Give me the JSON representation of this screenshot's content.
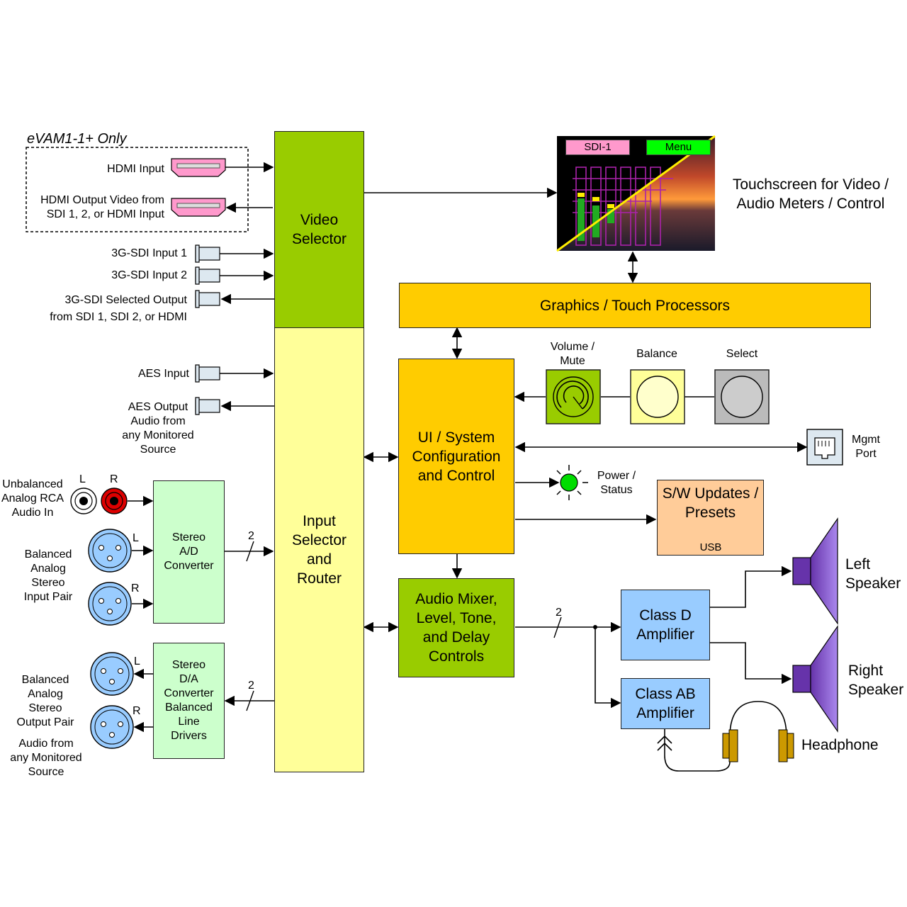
{
  "header": {
    "exclusive_label": "eVAM1-1+ Only"
  },
  "video_inputs": {
    "hdmi_input": "HDMI Input",
    "hdmi_output": "HDMI Output Video from\nSDI 1, 2, or HDMI Input",
    "sdi_input_1": "3G-SDI Input 1",
    "sdi_input_2": "3G-SDI Input 2",
    "sdi_selected_output": "3G-SDI Selected Output\nfrom SDI 1, SDI 2, or HDMI"
  },
  "audio_io": {
    "aes_input": "AES Input",
    "aes_output": "AES Output\nAudio from\nany Monitored\nSource",
    "rca_in": "Unbalanced\nAnalog RCA\nAudio In",
    "rca_left": "L",
    "rca_right": "R",
    "balanced_in": "Balanced\nAnalog\nStereo\nInput Pair",
    "balanced_out": "Balanced\nAnalog\nStereo\nOutput Pair",
    "balanced_out_source": "Audio from\nany Monitored\nSource",
    "xlr_left": "L",
    "xlr_right": "R",
    "bus_width": "2"
  },
  "blocks": {
    "video_selector": "Video\nSelector",
    "input_selector": "Input\nSelector\nand\nRouter",
    "graphics": "Graphics / Touch Processors",
    "ui_system": "UI / System\nConfiguration\nand Control",
    "audio_mixer": "Audio Mixer,\nLevel, Tone,\nand Delay\nControls",
    "ad_converter": "Stereo\nA/D\nConverter",
    "da_converter": "Stereo\nD/A\nConverter\nBalanced\nLine\nDrivers",
    "sw_updates": "S/W Updates /\nPresets",
    "usb": "USB",
    "class_d": "Class D\nAmplifier",
    "class_ab": "Class AB\nAmplifier"
  },
  "touchscreen": {
    "label": "Touchscreen for Video /\nAudio Meters / Control",
    "tab_sdi": "SDI-1",
    "tab_menu": "Menu"
  },
  "controls": {
    "volume": "Volume /\nMute",
    "balance": "Balance",
    "select": "Select",
    "mgmt_port": "Mgmt\nPort",
    "power_status": "Power /\nStatus"
  },
  "outputs": {
    "left_speaker": "Left\nSpeaker",
    "right_speaker": "Right\nSpeaker",
    "headphone": "Headphone"
  },
  "colors": {
    "video_selector": "#99cc00",
    "input_selector": "#ffff99",
    "graphics": "#ffcc00",
    "ui_system": "#ffcc00",
    "audio_mixer": "#99cc00",
    "converter": "#ccffcc",
    "amplifier": "#99ccff",
    "sw_updates": "#ffcc99",
    "speaker": "#8855cc",
    "headphone": "#cc9900",
    "hdmi": "#ff99cc",
    "tab_sdi": "#ff99cc",
    "tab_menu": "#00ff00",
    "power_led": "#00dd00"
  },
  "icons": [
    "hdmi-connector-icon",
    "bnc-connector-icon",
    "rca-jack-icon",
    "xlr-connector-icon",
    "knob-icon",
    "rj45-port-icon",
    "led-icon",
    "usb-icon",
    "speaker-icon",
    "headphone-icon"
  ]
}
